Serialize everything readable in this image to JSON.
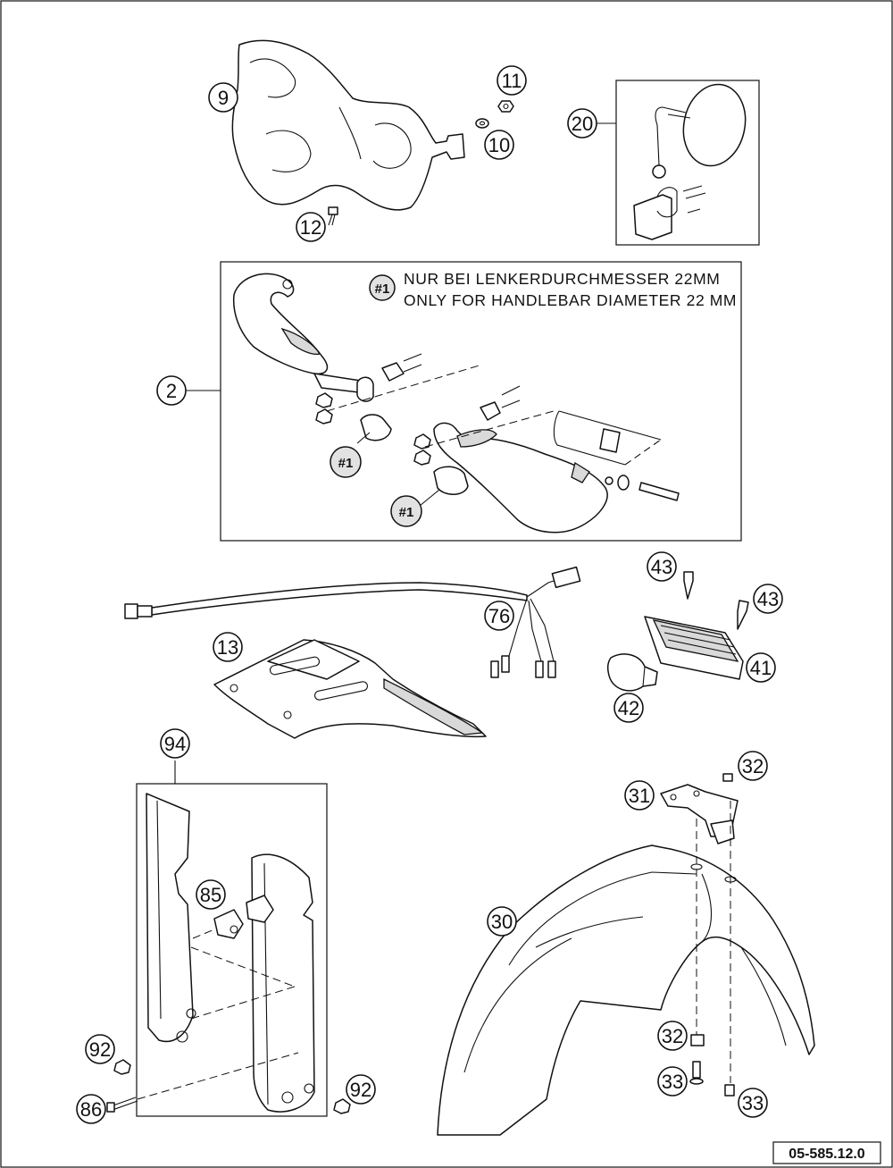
{
  "callouts": {
    "c9": "9",
    "c11": "11",
    "c10": "10",
    "c12": "12",
    "c20": "20",
    "c2": "2",
    "c13": "13",
    "c76": "76",
    "c43a": "43",
    "c43b": "43",
    "c41": "41",
    "c42": "42",
    "c94": "94",
    "c85": "85",
    "c92a": "92",
    "c92b": "92",
    "c86": "86",
    "c31": "31",
    "c32a": "32",
    "c30": "30",
    "c32b": "32",
    "c33a": "33",
    "c33b": "33"
  },
  "note": {
    "tag": "#1",
    "line_de": "NUR BEI LENKERDURCHMESSER 22MM",
    "line_en": "ONLY FOR HANDLEBAR DIAMETER 22 MM"
  },
  "markers": {
    "m1a": "#1",
    "m1b": "#1"
  },
  "document_number": "05-585.12.0"
}
